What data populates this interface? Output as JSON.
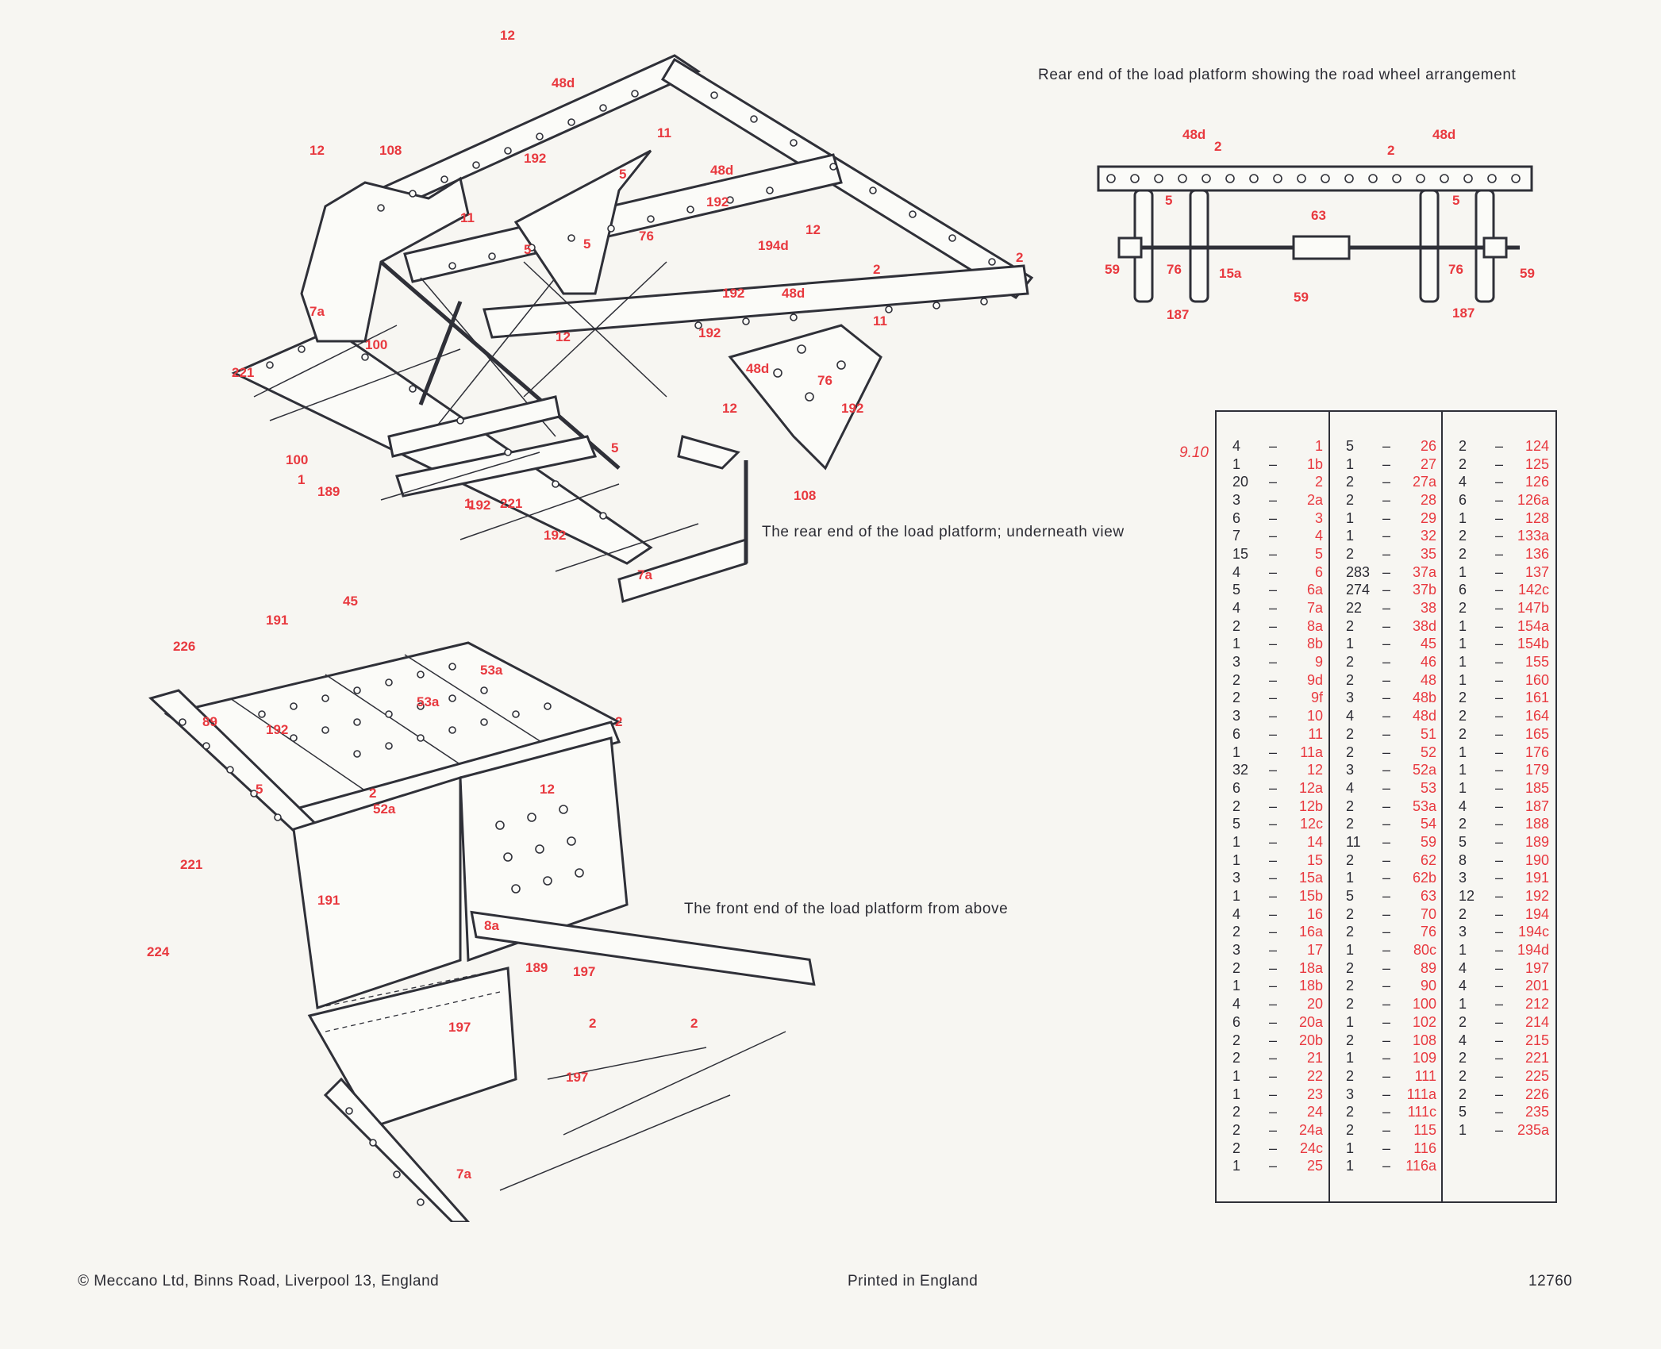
{
  "captions": {
    "rear_road_wheel": "Rear end of the load platform showing the road wheel arrangement",
    "rear_underneath": "The rear end of the load platform; underneath view",
    "front_above": "The front end of the load platform from above"
  },
  "page_number": "9.10",
  "parts_list": [
    [
      [
        "4",
        "1"
      ],
      [
        "1",
        "1b"
      ],
      [
        "20",
        "2"
      ],
      [
        "3",
        "2a"
      ],
      [
        "6",
        "3"
      ],
      [
        "7",
        "4"
      ],
      [
        "15",
        "5"
      ],
      [
        "4",
        "6"
      ],
      [
        "5",
        "6a"
      ],
      [
        "4",
        "7a"
      ],
      [
        "2",
        "8a"
      ],
      [
        "1",
        "8b"
      ],
      [
        "3",
        "9"
      ],
      [
        "2",
        "9d"
      ],
      [
        "2",
        "9f"
      ],
      [
        "3",
        "10"
      ],
      [
        "6",
        "11"
      ],
      [
        "1",
        "11a"
      ],
      [
        "32",
        "12"
      ],
      [
        "6",
        "12a"
      ],
      [
        "2",
        "12b"
      ],
      [
        "5",
        "12c"
      ],
      [
        "1",
        "14"
      ],
      [
        "1",
        "15"
      ],
      [
        "3",
        "15a"
      ],
      [
        "1",
        "15b"
      ],
      [
        "4",
        "16"
      ],
      [
        "2",
        "16a"
      ],
      [
        "3",
        "17"
      ],
      [
        "2",
        "18a"
      ],
      [
        "1",
        "18b"
      ],
      [
        "4",
        "20"
      ],
      [
        "6",
        "20a"
      ],
      [
        "2",
        "20b"
      ],
      [
        "2",
        "21"
      ],
      [
        "1",
        "22"
      ],
      [
        "1",
        "23"
      ],
      [
        "2",
        "24"
      ],
      [
        "2",
        "24a"
      ],
      [
        "2",
        "24c"
      ],
      [
        "1",
        "25"
      ]
    ],
    [
      [
        "5",
        "26"
      ],
      [
        "1",
        "27"
      ],
      [
        "2",
        "27a"
      ],
      [
        "2",
        "28"
      ],
      [
        "1",
        "29"
      ],
      [
        "1",
        "32"
      ],
      [
        "2",
        "35"
      ],
      [
        "283",
        "37a"
      ],
      [
        "274",
        "37b"
      ],
      [
        "22",
        "38"
      ],
      [
        "2",
        "38d"
      ],
      [
        "1",
        "45"
      ],
      [
        "2",
        "46"
      ],
      [
        "2",
        "48"
      ],
      [
        "3",
        "48b"
      ],
      [
        "4",
        "48d"
      ],
      [
        "2",
        "51"
      ],
      [
        "2",
        "52"
      ],
      [
        "3",
        "52a"
      ],
      [
        "4",
        "53"
      ],
      [
        "2",
        "53a"
      ],
      [
        "2",
        "54"
      ],
      [
        "11",
        "59"
      ],
      [
        "2",
        "62"
      ],
      [
        "1",
        "62b"
      ],
      [
        "5",
        "63"
      ],
      [
        "2",
        "70"
      ],
      [
        "2",
        "76"
      ],
      [
        "1",
        "80c"
      ],
      [
        "2",
        "89"
      ],
      [
        "2",
        "90"
      ],
      [
        "2",
        "100"
      ],
      [
        "1",
        "102"
      ],
      [
        "2",
        "108"
      ],
      [
        "1",
        "109"
      ],
      [
        "2",
        "111"
      ],
      [
        "3",
        "111a"
      ],
      [
        "2",
        "111c"
      ],
      [
        "2",
        "115"
      ],
      [
        "1",
        "116"
      ],
      [
        "1",
        "116a"
      ]
    ],
    [
      [
        "2",
        "124"
      ],
      [
        "2",
        "125"
      ],
      [
        "4",
        "126"
      ],
      [
        "6",
        "126a"
      ],
      [
        "1",
        "128"
      ],
      [
        "2",
        "133a"
      ],
      [
        "2",
        "136"
      ],
      [
        "1",
        "137"
      ],
      [
        "6",
        "142c"
      ],
      [
        "2",
        "147b"
      ],
      [
        "1",
        "154a"
      ],
      [
        "1",
        "154b"
      ],
      [
        "1",
        "155"
      ],
      [
        "1",
        "160"
      ],
      [
        "2",
        "161"
      ],
      [
        "2",
        "164"
      ],
      [
        "2",
        "165"
      ],
      [
        "1",
        "176"
      ],
      [
        "1",
        "179"
      ],
      [
        "1",
        "185"
      ],
      [
        "4",
        "187"
      ],
      [
        "2",
        "188"
      ],
      [
        "5",
        "189"
      ],
      [
        "8",
        "190"
      ],
      [
        "3",
        "191"
      ],
      [
        "12",
        "192"
      ],
      [
        "2",
        "194"
      ],
      [
        "3",
        "194c"
      ],
      [
        "1",
        "194d"
      ],
      [
        "4",
        "197"
      ],
      [
        "4",
        "201"
      ],
      [
        "1",
        "212"
      ],
      [
        "2",
        "214"
      ],
      [
        "4",
        "215"
      ],
      [
        "2",
        "221"
      ],
      [
        "2",
        "225"
      ],
      [
        "2",
        "226"
      ],
      [
        "5",
        "235"
      ],
      [
        "1",
        "235a"
      ]
    ]
  ],
  "diagram_labels": {
    "rear_view": [
      "12",
      "48d",
      "108",
      "12",
      "11",
      "192",
      "5",
      "48d",
      "192",
      "11",
      "5",
      "76",
      "194d",
      "12",
      "2",
      "5",
      "2",
      "12",
      "221",
      "7a",
      "100",
      "192",
      "48d",
      "11",
      "192",
      "48d",
      "192",
      "12",
      "76",
      "5",
      "100",
      "1",
      "189",
      "1",
      "192",
      "221",
      "108",
      "192",
      "7a"
    ],
    "wheel_view": [
      "48d",
      "2",
      "2",
      "48d",
      "5",
      "5",
      "63",
      "59",
      "76",
      "15a",
      "76",
      "59",
      "59",
      "187",
      "187"
    ],
    "front_view": [
      "45",
      "191",
      "226",
      "53a",
      "53a",
      "89",
      "192",
      "5",
      "2",
      "12",
      "2",
      "52a",
      "221",
      "191",
      "224",
      "8a",
      "189",
      "197",
      "197",
      "2",
      "2",
      "197",
      "7a"
    ]
  },
  "footer": {
    "copyright": "© Meccano Ltd, Binns Road, Liverpool 13, England",
    "printed": "Printed in England",
    "code": "12760"
  },
  "colors": {
    "label_red": "#e8393f",
    "ink": "#2f3038",
    "paper": "#f7f6f2"
  }
}
